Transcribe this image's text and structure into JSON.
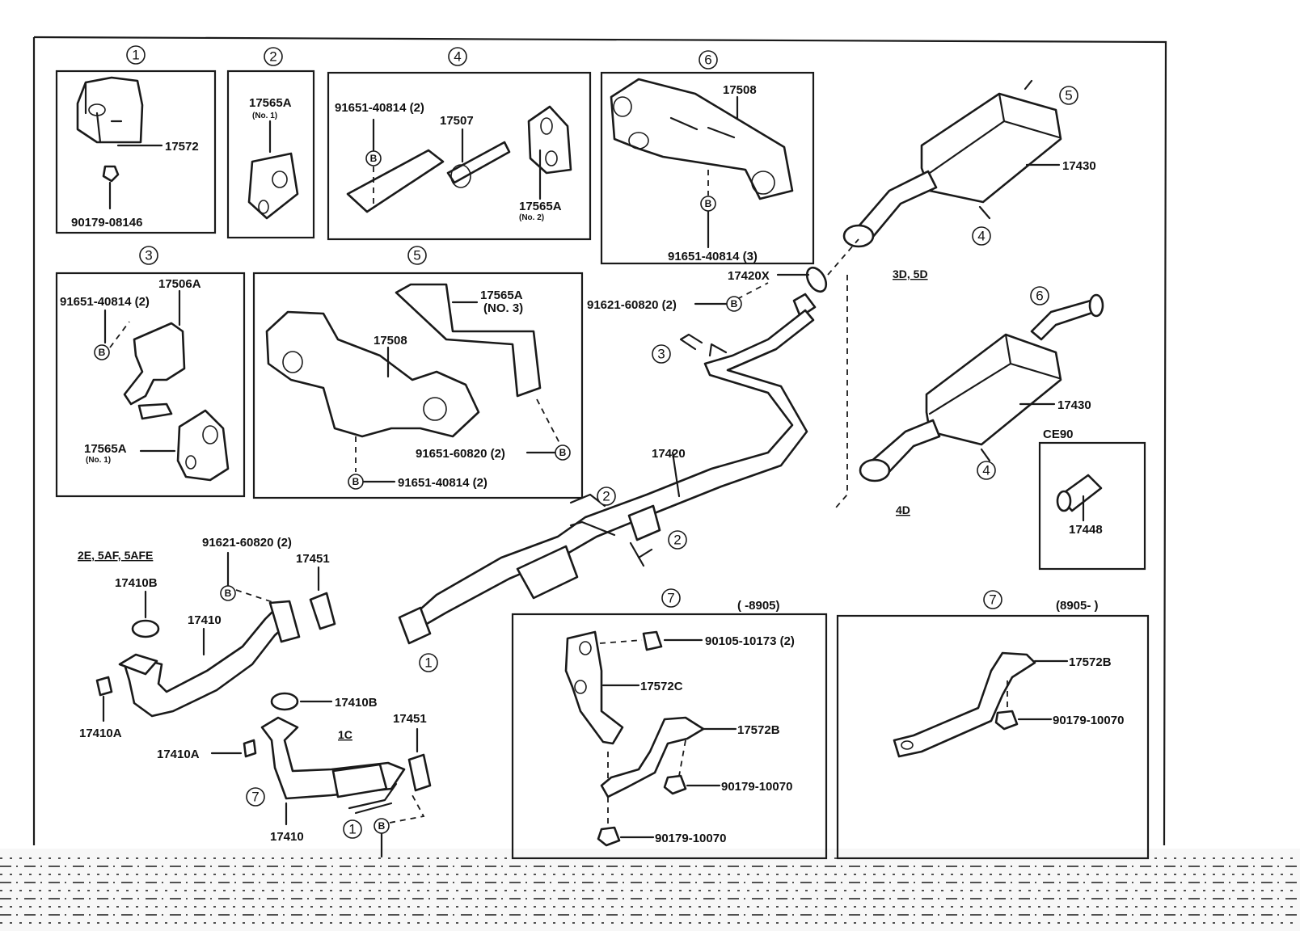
{
  "colors": {
    "ink": "#1a1a1a",
    "paper": "#ffffff"
  },
  "panels": {
    "p1": {
      "index": "1",
      "part": "17572",
      "bolt": "90179-08146"
    },
    "p2": {
      "index": "2",
      "part": "17565A",
      "note": "(No. 1)"
    },
    "p4": {
      "index": "4",
      "bolt": "91651-40814 (2)",
      "hanger": "17507",
      "part": "17565A",
      "note": "(No. 2)"
    },
    "p6": {
      "index": "6",
      "bracket": "17508",
      "bolt": "91651-40814 (3)"
    },
    "p3": {
      "index": "3",
      "bracket": "17506A",
      "bolt": "91651-40814 (2)",
      "part": "17565A",
      "note": "(No. 1)"
    },
    "p5": {
      "index": "5",
      "hanger": "17565A",
      "note": "(NO. 3)",
      "bracket": "17508",
      "bolt_a": "91651-60820 (2)",
      "bolt_b": "91651-40814 (2)"
    },
    "p7a": {
      "index": "7",
      "range": "(        -8905)",
      "bolt": "90105-10173 (2)",
      "bracket_c": "17572C",
      "bracket_b": "17572B",
      "nut_a": "90179-10070",
      "nut_b": "90179-10070"
    },
    "p7b": {
      "index": "7",
      "range": "(8905-        )",
      "bracket_b": "17572B",
      "nut": "90179-10070"
    },
    "ce90": {
      "title": "CE90",
      "part": "17448"
    }
  },
  "main": {
    "gasket_x": "17420X",
    "bolt": "91621-60820 (2)",
    "center_pipe": "17420",
    "muffler_upper": "17430",
    "muffler_lower": "17430",
    "variant_upper": "3D, 5D",
    "variant_lower": "4D",
    "callouts": [
      "5",
      "4",
      "6",
      "4",
      "3",
      "2",
      "2",
      "1"
    ]
  },
  "front": {
    "engine_a": "2E, 5AF, 5AFE",
    "bolt_a": "91621-60820 (2)",
    "gasket_b": "17410B",
    "ring": "17451",
    "pipe": "17410",
    "stud": "17410A",
    "gasket_b2": "17410B",
    "stud2": "17410A",
    "engine_b": "1C",
    "ring2": "17451",
    "pipe2": "17410",
    "callout_7": "7",
    "callout_1": "1"
  },
  "bmark": "B"
}
